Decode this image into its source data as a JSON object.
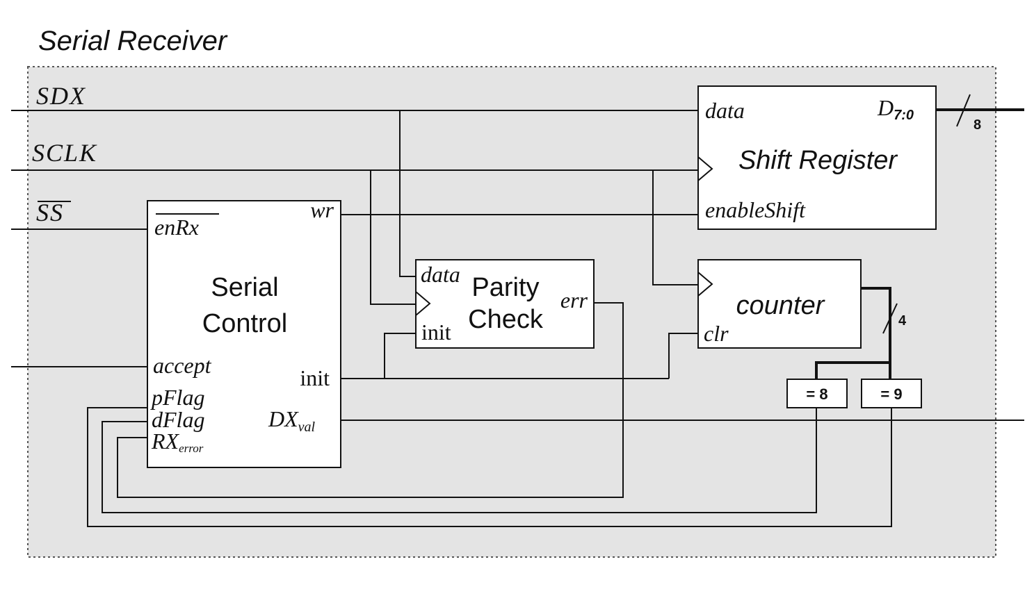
{
  "title": "Serial Receiver",
  "colors": {
    "enclosure_fill": "#e4e4e4",
    "enclosure_border": "#555555",
    "ink": "#111111"
  },
  "inputs": {
    "sdx": "SDX",
    "sclk": "SCLK",
    "ss": "SS"
  },
  "shift_register": {
    "title": "Shift Register",
    "port_data": "data",
    "port_enable": "enableShift",
    "out_main": "D",
    "out_sub": "7:0",
    "bus_width": "8"
  },
  "serial_control": {
    "title_line1": "Serial",
    "title_line2": "Control",
    "port_enrx": "enRx",
    "port_wr": "wr",
    "port_accept": "accept",
    "port_init": "init",
    "port_pflag": "pFlag",
    "port_dflag": "dFlag",
    "port_rx_main": "RX",
    "port_rx_sub": "error",
    "port_dx_main": "DX",
    "port_dx_sub": "val"
  },
  "parity_check": {
    "title_line1": "Parity",
    "title_line2": "Check",
    "port_data": "data",
    "port_init": "init",
    "port_err": "err"
  },
  "counter": {
    "title": "counter",
    "port_clr": "clr",
    "bus_width": "4"
  },
  "comparators": {
    "eq8": "= 8",
    "eq9": "= 9"
  }
}
